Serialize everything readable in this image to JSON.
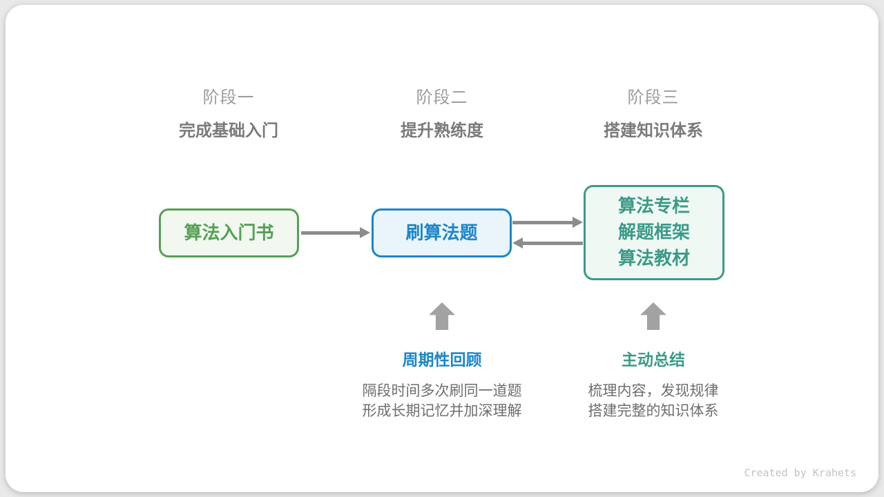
{
  "stages": [
    {
      "title": "阶段一",
      "subtitle": "完成基础入门"
    },
    {
      "title": "阶段二",
      "subtitle": "提升熟练度"
    },
    {
      "title": "阶段三",
      "subtitle": "搭建知识体系"
    }
  ],
  "nodes": {
    "intro_book": {
      "label": "算法入门书"
    },
    "practice": {
      "label": "刷算法题"
    },
    "resources": {
      "lines": [
        "算法专栏",
        "解题框架",
        "算法教材"
      ]
    }
  },
  "annotations": {
    "review": {
      "label": "周期性回顾",
      "lines": [
        "隔段时间多次刷同一道题",
        "形成长期记忆并加深理解"
      ]
    },
    "summarize": {
      "label": "主动总结",
      "lines": [
        "梳理内容，发现规律",
        "搭建完整的知识体系"
      ]
    }
  },
  "footer": {
    "credit": "Created by Krahets"
  },
  "colors": {
    "canvas_bg": "#e9e9e9",
    "card_bg": "#ffffff",
    "stage_title": "#9c9c9c",
    "stage_subtitle": "#7a7a7a",
    "green": "#54a054",
    "green_bg": "#f2f8f0",
    "blue": "#1b85c9",
    "blue_bg": "#eaf4fb",
    "teal": "#3b9a88",
    "teal_bg": "#f0f8f4",
    "arrow_gray": "#8c8c8c",
    "block_arrow_gray": "#a2a2a2",
    "description_text": "#6e6e6e",
    "credit_text": "#c3c3c3"
  }
}
